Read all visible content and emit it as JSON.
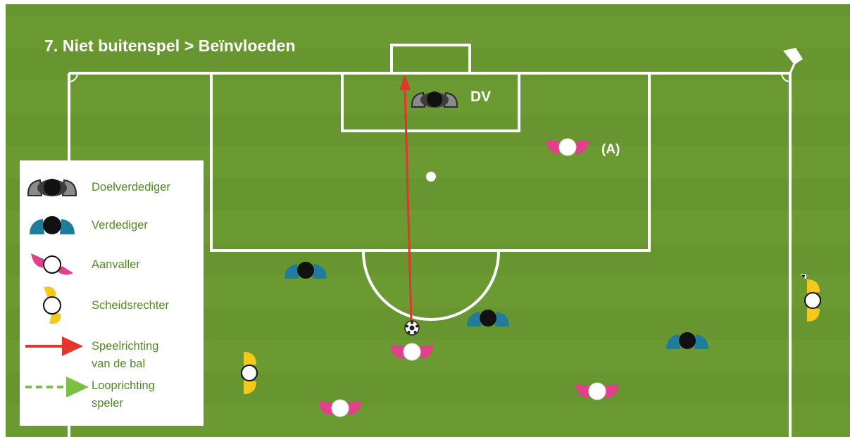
{
  "title": "7. Niet buitenspel > Beïnvloeden",
  "labels": {
    "goalkeeper": "DV",
    "attacker_a": "(A)"
  },
  "legend": {
    "items": [
      {
        "icon": "goalkeeper-icon",
        "label": "Doelverdediger"
      },
      {
        "icon": "defender-icon",
        "label": "Verdediger"
      },
      {
        "icon": "attacker-icon",
        "label": "Aanvaller"
      },
      {
        "icon": "referee-icon",
        "label": "Scheidsrechter"
      },
      {
        "icon": "red-arrow-icon",
        "label_line1": "Speelrichting",
        "label_line2": "van de bal"
      },
      {
        "icon": "green-dashed-arrow-icon",
        "label_line1": "Looprichting",
        "label_line2": "speler"
      }
    ]
  },
  "colors": {
    "pitch_green": "#6b9a33",
    "line_white": "#ffffff",
    "goalkeeper_grey": "#7a7a7a",
    "defender_blue": "#1f7c9c",
    "attacker_pink": "#e0418a",
    "referee_yellow": "#f2c91c",
    "ball_arrow_red": "#e2352b",
    "run_arrow_green": "#7cc043",
    "legend_text_green": "#4f8a24"
  }
}
